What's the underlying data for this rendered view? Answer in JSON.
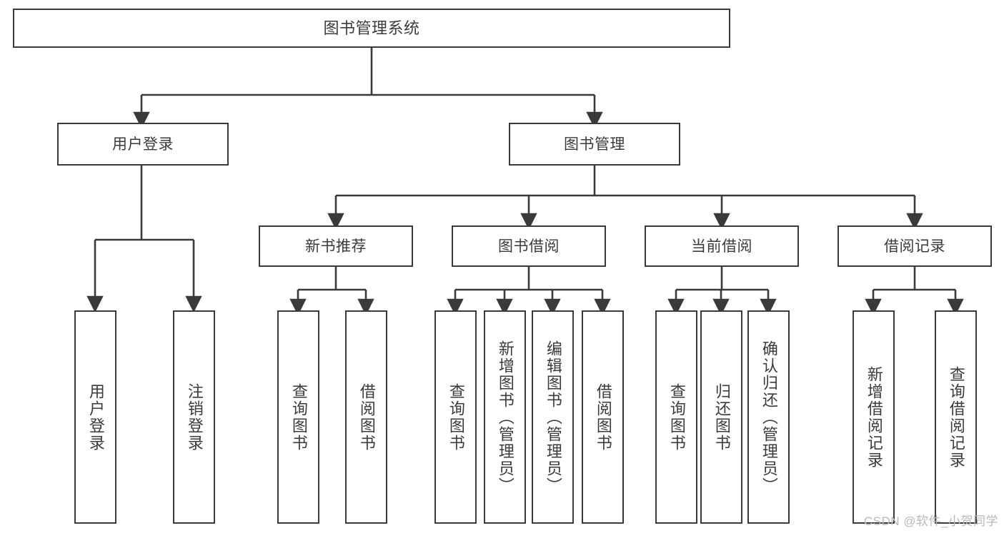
{
  "diagram": {
    "type": "tree-hierarchy",
    "title": "图书管理系统",
    "watermark": "CSDN @软件_小贺同学",
    "colors": {
      "box_border": "#3a3a3a",
      "box_fill": "#ffffff",
      "connector": "#3a3a3a",
      "text": "#3b3b3b",
      "watermark": "#b9b9b9",
      "background": "#ffffff"
    },
    "levels": {
      "level1": [
        {
          "id": "root",
          "label": "图书管理系统"
        }
      ],
      "level2": [
        {
          "id": "user-login",
          "label": "用户登录"
        },
        {
          "id": "book-manage",
          "label": "图书管理"
        }
      ],
      "level3": [
        {
          "id": "new-book-recommend",
          "label": "新书推荐"
        },
        {
          "id": "book-borrow",
          "label": "图书借阅"
        },
        {
          "id": "current-borrow",
          "label": "当前借阅"
        },
        {
          "id": "borrow-record",
          "label": "借阅记录"
        }
      ],
      "level4": [
        {
          "id": "leaf-user-login",
          "label": "用户登录",
          "parent": "user-login"
        },
        {
          "id": "leaf-logout-login",
          "label": "注销登录",
          "parent": "user-login"
        },
        {
          "id": "leaf-query-book-1",
          "label": "查询图书",
          "parent": "new-book-recommend"
        },
        {
          "id": "leaf-borrow-book-1",
          "label": "借阅图书",
          "parent": "new-book-recommend"
        },
        {
          "id": "leaf-query-book-2",
          "label": "查询图书",
          "parent": "book-borrow"
        },
        {
          "id": "leaf-add-book",
          "label": "新增图书（管理员）",
          "parent": "book-borrow"
        },
        {
          "id": "leaf-edit-book",
          "label": "编辑图书（管理员）",
          "parent": "book-borrow"
        },
        {
          "id": "leaf-borrow-book-2",
          "label": "借阅图书",
          "parent": "book-borrow"
        },
        {
          "id": "leaf-query-book-3",
          "label": "查询图书",
          "parent": "current-borrow"
        },
        {
          "id": "leaf-return-book",
          "label": "归还图书",
          "parent": "current-borrow"
        },
        {
          "id": "leaf-confirm-return",
          "label": "确认归还（管理员）",
          "parent": "current-borrow"
        },
        {
          "id": "leaf-add-record",
          "label": "新增借阅记录",
          "parent": "borrow-record"
        },
        {
          "id": "leaf-query-record",
          "label": "查询借阅记录",
          "parent": "borrow-record"
        }
      ]
    }
  }
}
